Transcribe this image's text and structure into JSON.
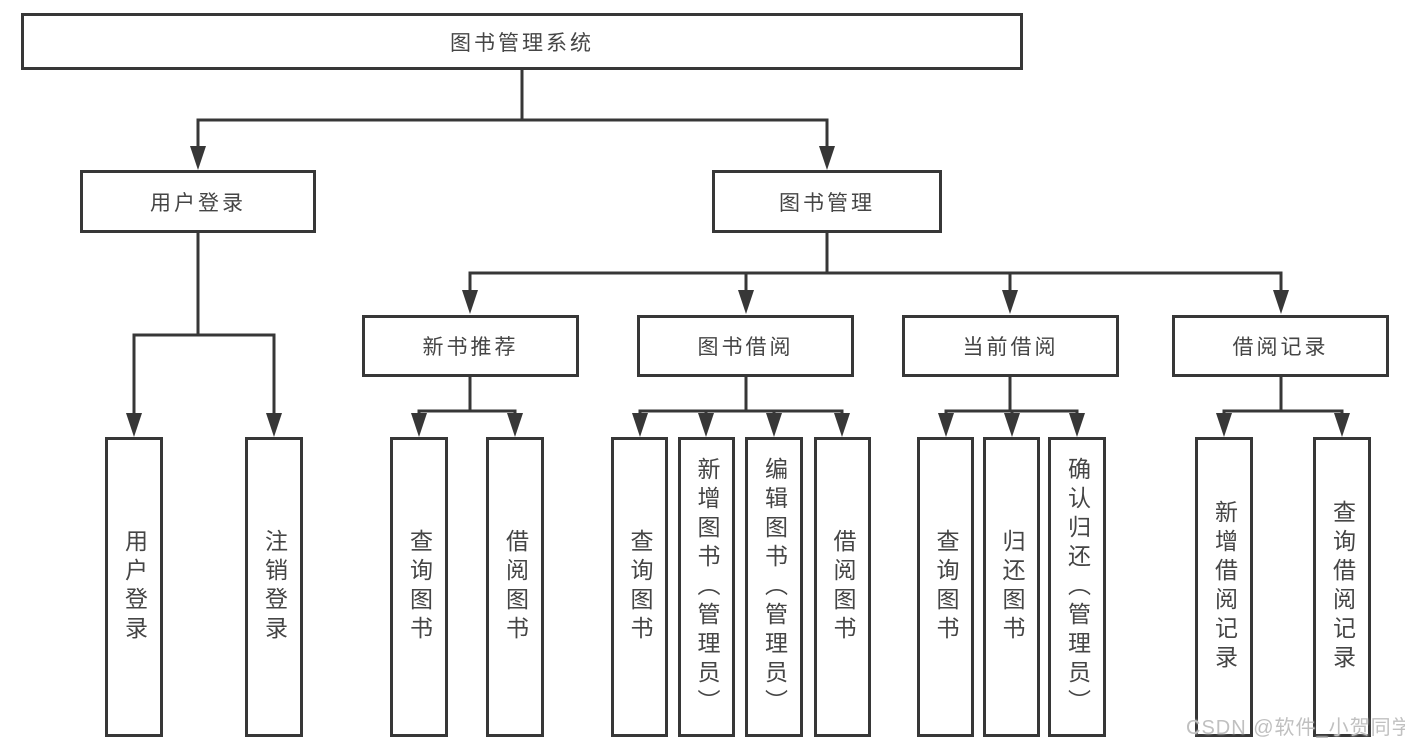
{
  "tree": {
    "root": {
      "label": "图书管理系统"
    },
    "children": [
      {
        "key": "user-login",
        "label": "用户登录",
        "children": [
          {
            "label": "用户登录"
          },
          {
            "label": "注销登录"
          }
        ]
      },
      {
        "key": "book-management",
        "label": "图书管理",
        "children": [
          {
            "label": "新书推荐",
            "children": [
              {
                "label": "查询图书"
              },
              {
                "label": "借阅图书"
              }
            ]
          },
          {
            "label": "图书借阅",
            "children": [
              {
                "label": "查询图书"
              },
              {
                "label": "新增图书（管理员）"
              },
              {
                "label": "编辑图书（管理员）"
              },
              {
                "label": "借阅图书"
              }
            ]
          },
          {
            "label": "当前借阅",
            "children": [
              {
                "label": "查询图书"
              },
              {
                "label": "归还图书"
              },
              {
                "label": "确认归还（管理员）"
              }
            ]
          },
          {
            "label": "借阅记录",
            "children": [
              {
                "label": "新增借阅记录"
              },
              {
                "label": "查询借阅记录"
              }
            ]
          }
        ]
      }
    ]
  },
  "watermark": {
    "text": "CSDN @软件_小贺同学"
  },
  "colors": {
    "line": "#373737",
    "box_border": "#373737",
    "text": "#454545",
    "watermark": "#c0c0c0",
    "background": "#ffffff"
  }
}
